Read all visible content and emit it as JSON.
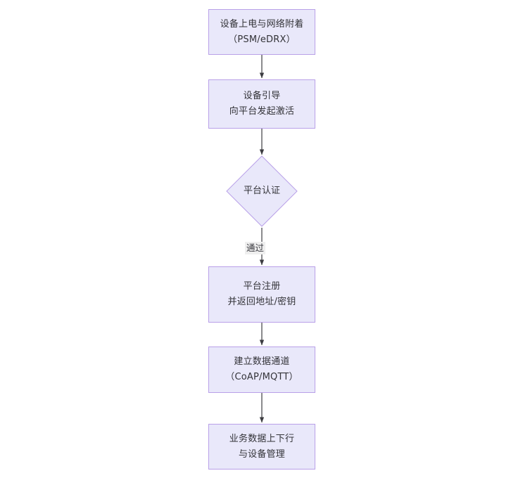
{
  "diagram": {
    "type": "flowchart",
    "orientation": "vertical",
    "background_color": "#ffffff",
    "node_fill_color": "#e9e8fa",
    "node_border_color": "#b9a0e8",
    "text_color": "#333338",
    "connector_color": "#3c3c41",
    "nodes": [
      {
        "id": "power-on",
        "shape": "rectangle",
        "lines": [
          "设备上电与网络附着",
          "（PSM/eDRX）"
        ]
      },
      {
        "id": "bootstrap",
        "shape": "rectangle",
        "lines": [
          "设备引导",
          "向平台发起激活"
        ]
      },
      {
        "id": "platform-auth",
        "shape": "diamond",
        "lines": [
          "平台认证"
        ]
      },
      {
        "id": "platform-register",
        "shape": "rectangle",
        "lines": [
          "平台注册",
          "并返回地址/密钥"
        ]
      },
      {
        "id": "data-channel",
        "shape": "rectangle",
        "lines": [
          "建立数据通道",
          "（CoAP/MQTT）"
        ]
      },
      {
        "id": "business-data",
        "shape": "rectangle",
        "lines": [
          "业务数据上下行",
          "与设备管理"
        ]
      }
    ],
    "edges": [
      {
        "from": "power-on",
        "to": "bootstrap",
        "label": ""
      },
      {
        "from": "bootstrap",
        "to": "platform-auth",
        "label": ""
      },
      {
        "from": "platform-auth",
        "to": "platform-register",
        "label": "通过"
      },
      {
        "from": "platform-register",
        "to": "data-channel",
        "label": ""
      },
      {
        "from": "data-channel",
        "to": "business-data",
        "label": ""
      }
    ]
  }
}
